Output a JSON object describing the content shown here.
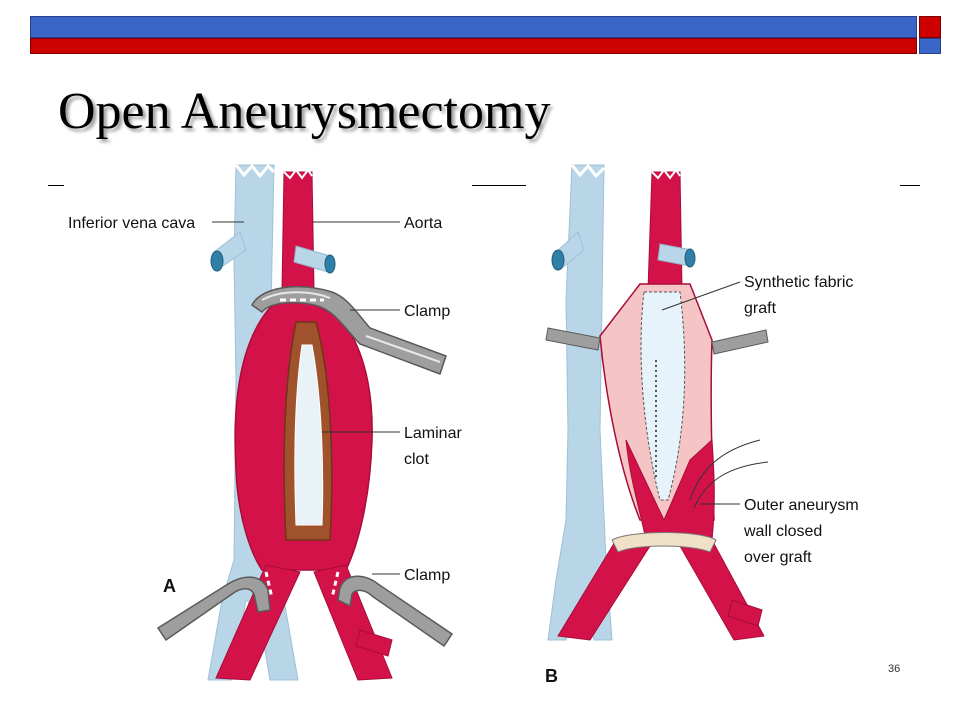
{
  "slide": {
    "title": "Open Aneurysmectomy",
    "page_number": "36"
  },
  "panel_a": {
    "letter": "A",
    "labels": {
      "ivc": "Inferior vena cava",
      "aorta": "Aorta",
      "clamp_top": "Clamp",
      "laminar_1": "Laminar",
      "laminar_2": "clot",
      "clamp_bottom": "Clamp"
    }
  },
  "panel_b": {
    "letter": "B",
    "labels": {
      "graft_1": "Synthetic fabric",
      "graft_2": "graft",
      "outer_1": "Outer aneurysm",
      "outer_2": "wall closed",
      "outer_3": "over graft"
    }
  },
  "colors": {
    "top_bar_blue": "#3a66c8",
    "top_bar_red": "#cc0000",
    "vein": "#b9d6e8",
    "artery": "#d4124a",
    "clot": "#a0522d",
    "graft": "#e6f3fa",
    "clamp": "#999999"
  }
}
